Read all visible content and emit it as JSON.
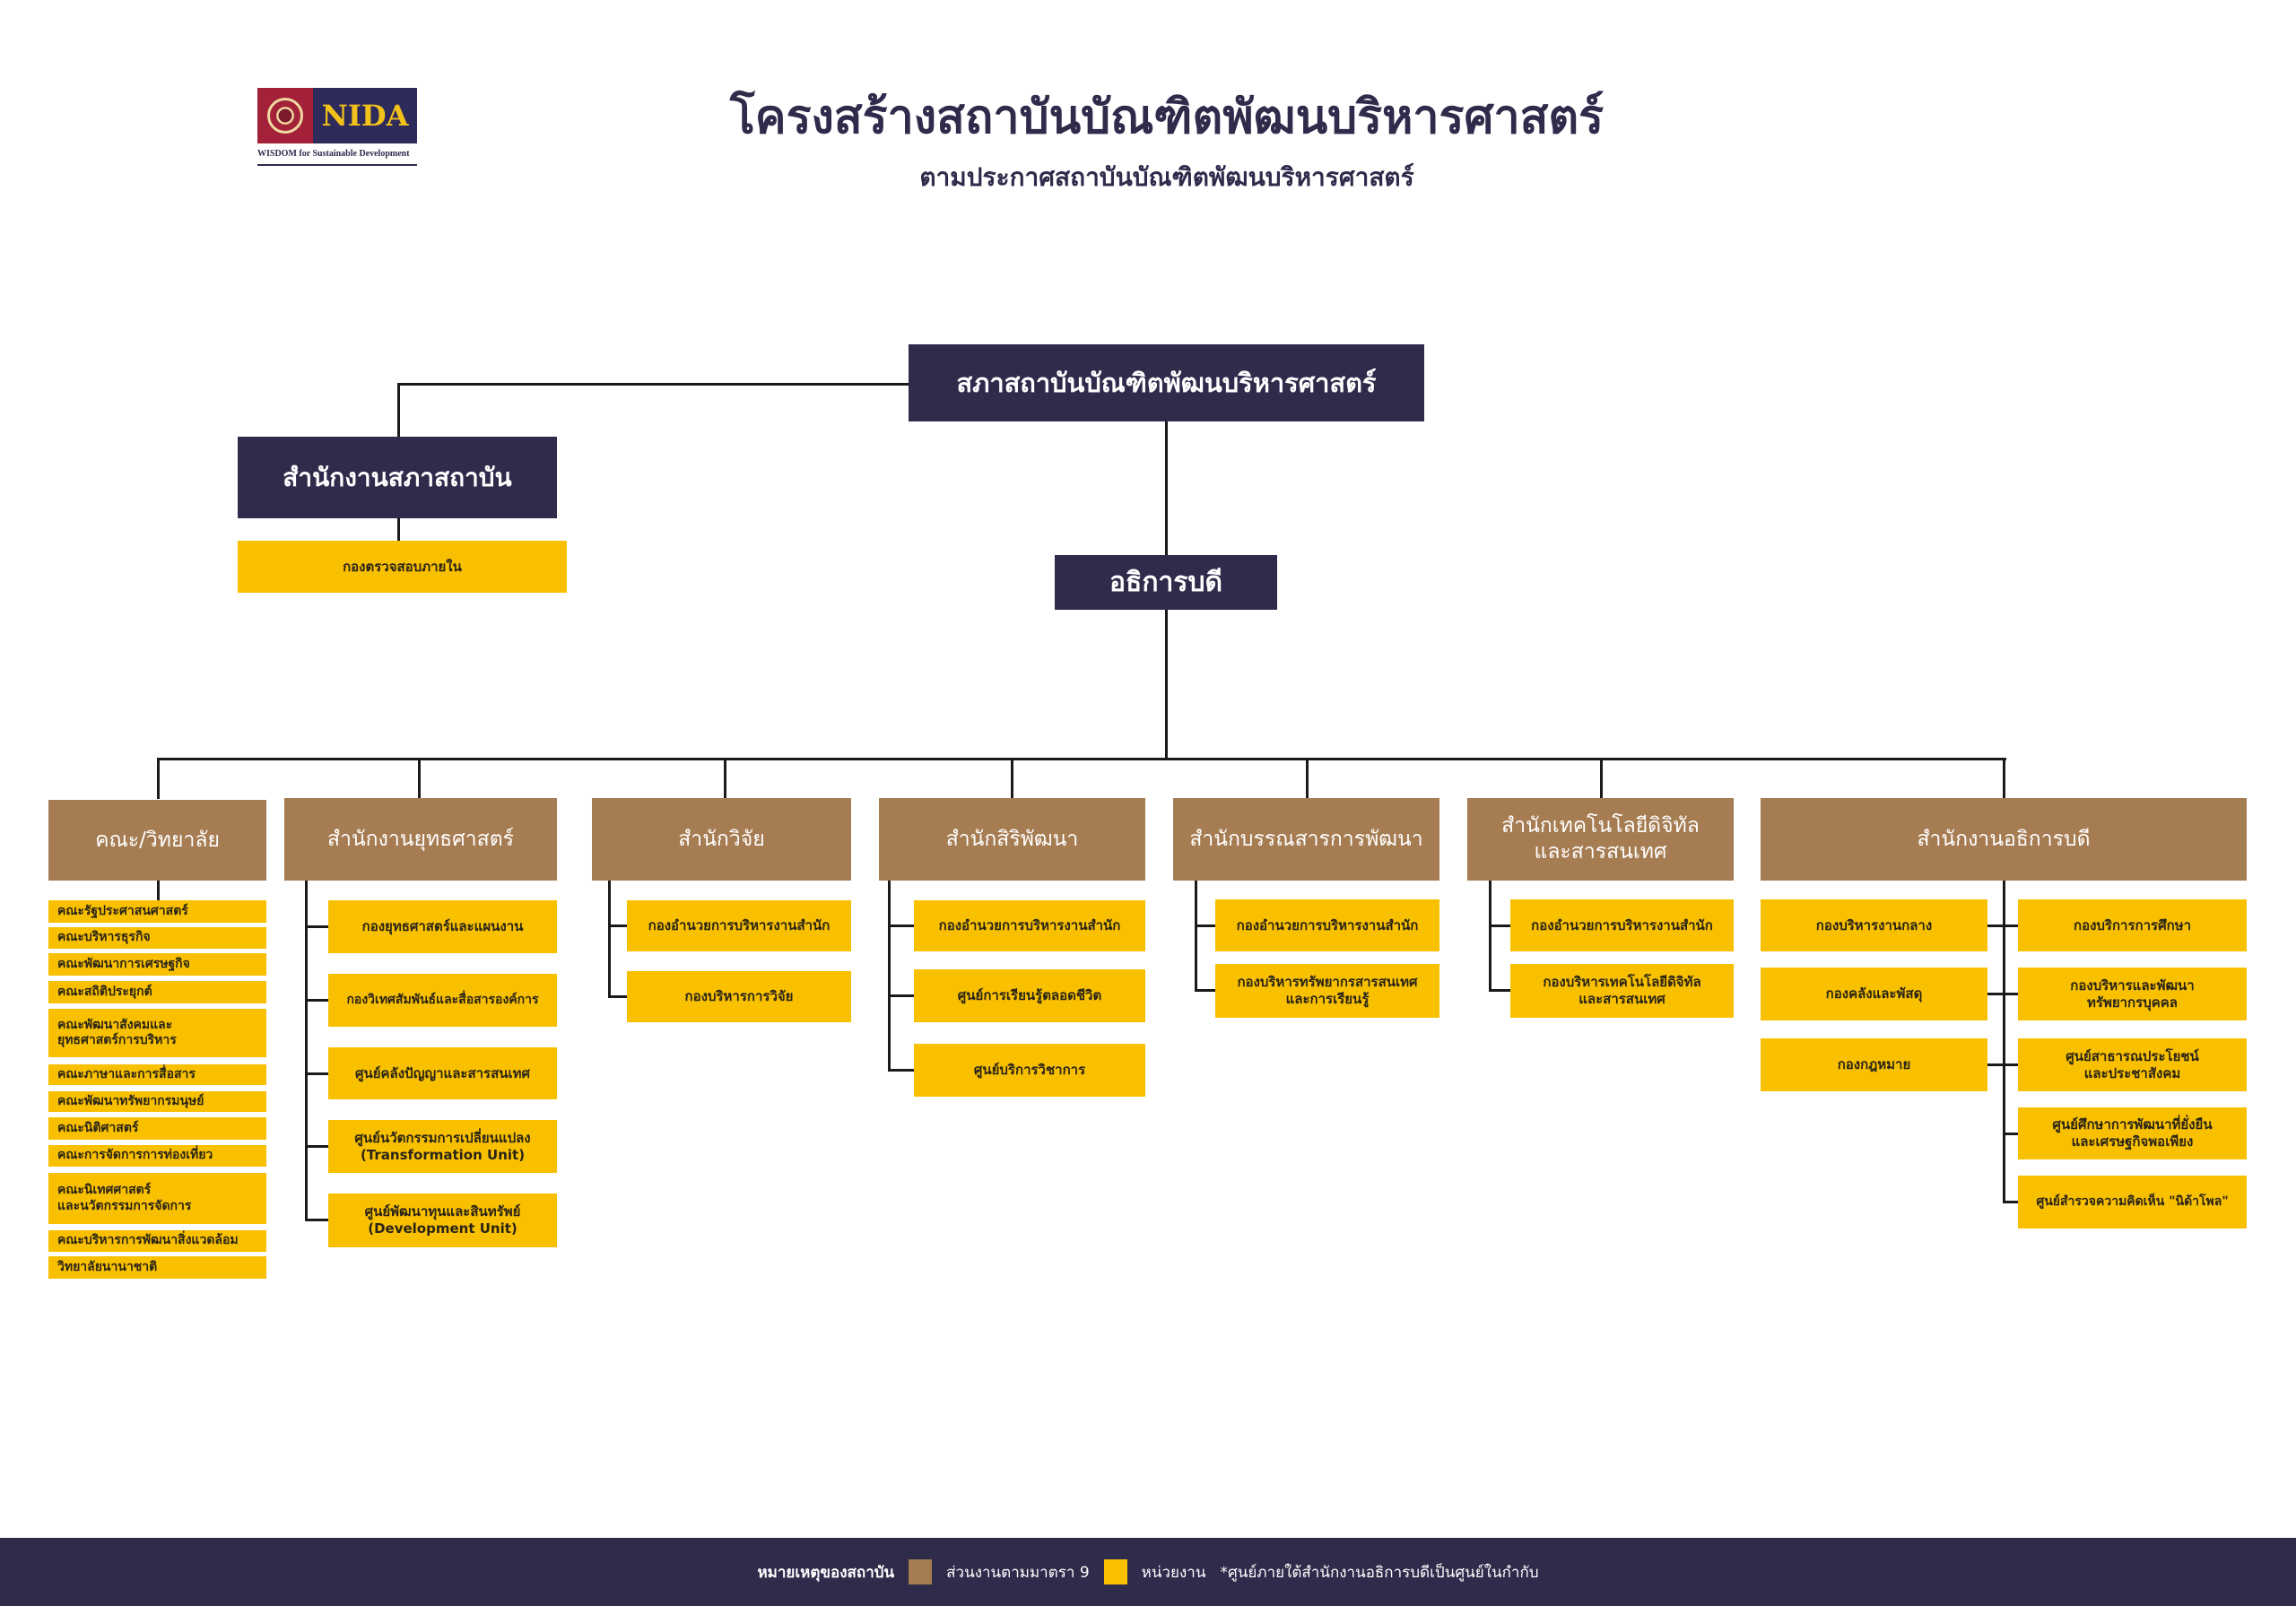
{
  "header": {
    "title": "โครงสร้างสถาบันบัณฑิตพัฒนบริหารศาสตร์",
    "subtitle": "ตามประกาศสถาบันบัณฑิตพัฒนบริหารศาสตร์",
    "logo_text": "NIDA",
    "logo_tagline": "WISDOM for Sustainable Development"
  },
  "council": "สภาสถาบันบัณฑิตพัฒนบริหารศาสตร์",
  "council_office": "สำนักงานสภาสถาบัน",
  "internal_audit": "กองตรวจสอบภายใน",
  "president": "อธิการบดี",
  "units": [
    {
      "name": "คณะ/วิทยาลัย",
      "children": [
        "คณะรัฐประศาสนศาสตร์",
        "คณะบริหารธุรกิจ",
        "คณะพัฒนาการเศรษฐกิจ",
        "คณะสถิติประยุกต์",
        "คณะพัฒนาสังคมและ\nยุทธศาสตร์การบริหาร",
        "คณะภาษาและการสื่อสาร",
        "คณะพัฒนาทรัพยากรมนุษย์",
        "คณะนิติศาสตร์",
        "คณะการจัดการการท่องเที่ยว",
        "คณะนิเทศศาสตร์\nและนวัตกรรมการจัดการ",
        "คณะบริหารการพัฒนาสิ่งแวดล้อม",
        "วิทยาลัยนานาชาติ"
      ]
    },
    {
      "name": "สำนักงานยุทธศาสตร์",
      "children": [
        "กองยุทธศาสตร์และแผนงาน",
        "กองวิเทศสัมพันธ์และสื่อสารองค์การ",
        "ศูนย์คลังปัญญาและสารสนเทศ",
        "ศูนย์นวัตกรรมการเปลี่ยนแปลง\n(Transformation Unit)",
        "ศูนย์พัฒนาทุนและสินทรัพย์\n(Development Unit)"
      ]
    },
    {
      "name": "สำนักวิจัย",
      "children": [
        "กองอำนวยการบริหารงานสำนัก",
        "กองบริหารการวิจัย"
      ]
    },
    {
      "name": "สำนักสิริพัฒนา",
      "children": [
        "กองอำนวยการบริหารงานสำนัก",
        "ศูนย์การเรียนรู้ตลอดชีวิต",
        "ศูนย์บริการวิชาการ"
      ]
    },
    {
      "name": "สำนักบรรณสารการพัฒนา",
      "children": [
        "กองอำนวยการบริหารงานสำนัก",
        "กองบริหารทรัพยากรสารสนเทศ\nและการเรียนรู้"
      ]
    },
    {
      "name": "สำนักเทคโนโลยีดิจิทัล\nและสารสนเทศ",
      "children": [
        "กองอำนวยการบริหารงานสำนัก",
        "กองบริหารเทคโนโลยีดิจิทัล\nและสารสนเทศ"
      ]
    },
    {
      "name": "สำนักงานอธิการบดี",
      "children_left": [
        "กองบริหารงานกลาง",
        "กองคลังและพัสดุ",
        "กองกฎหมาย"
      ],
      "children_right": [
        "กองบริการการศึกษา",
        "กองบริหารและพัฒนา\nทรัพยากรบุคคล",
        "ศูนย์สาธารณประโยชน์\nและประชาสังคม",
        "ศูนย์ศึกษาการพัฒนาที่ยั่งยืน\nและเศรษฐกิจพอเพียง",
        "ศูนย์สำรวจความคิดเห็น \"นิด้าโพล\""
      ]
    }
  ],
  "legend": {
    "title": "หมายเหตุของสถาบัน",
    "brown_label": "ส่วนงานตามมาตรา 9",
    "yellow_label": "หน่วยงาน",
    "note": "*ศูนย์ภายใต้สำนักงานอธิการบดีเป็นศูนย์ในกำกับ"
  },
  "colors": {
    "navy": "#2e2b4b",
    "brown": "#a67c52",
    "yellow": "#f9c000"
  }
}
